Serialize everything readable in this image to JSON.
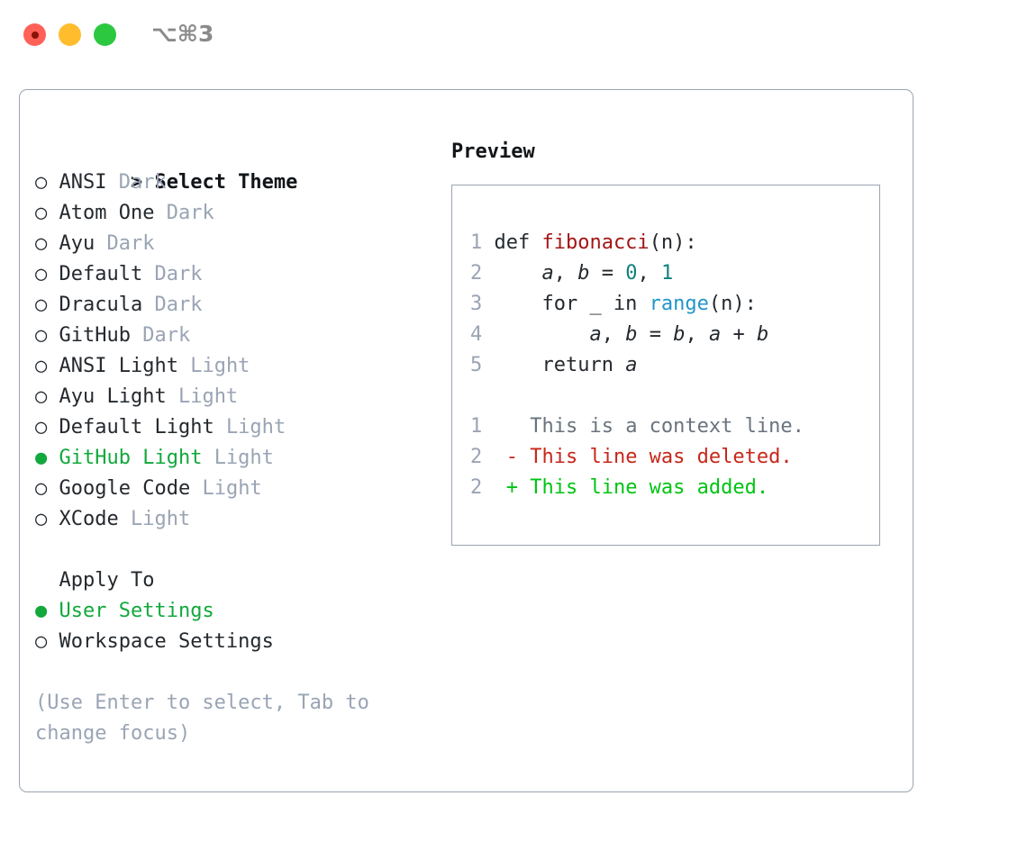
{
  "window": {
    "shortcut_badge": "⌥⌘3",
    "traffic_lights": [
      "close",
      "minimize",
      "zoom"
    ]
  },
  "theme_picker": {
    "header_prefix": "> ",
    "header_label": "Select Theme",
    "marker_unselected": "○ ",
    "marker_selected": "● ",
    "items": [
      {
        "name": "ANSI",
        "variant": "Dark",
        "selected": false
      },
      {
        "name": "Atom One",
        "variant": "Dark",
        "selected": false
      },
      {
        "name": "Ayu",
        "variant": "Dark",
        "selected": false
      },
      {
        "name": "Default",
        "variant": "Dark",
        "selected": false
      },
      {
        "name": "Dracula",
        "variant": "Dark",
        "selected": false
      },
      {
        "name": "GitHub",
        "variant": "Dark",
        "selected": false
      },
      {
        "name": "ANSI Light",
        "variant": "Light",
        "selected": false
      },
      {
        "name": "Ayu Light",
        "variant": "Light",
        "selected": false
      },
      {
        "name": "Default Light",
        "variant": "Light",
        "selected": false
      },
      {
        "name": "GitHub Light",
        "variant": "Light",
        "selected": true
      },
      {
        "name": "Google Code",
        "variant": "Light",
        "selected": false
      },
      {
        "name": "XCode",
        "variant": "Light",
        "selected": false
      }
    ]
  },
  "apply_to": {
    "label": "  Apply To",
    "options": [
      {
        "name": "User Settings",
        "selected": true
      },
      {
        "name": "Workspace Settings",
        "selected": false
      }
    ]
  },
  "hint": "(Use Enter to select, Tab to change focus)",
  "preview": {
    "title": "Preview",
    "code_lines": [
      {
        "lineno": "1",
        "tokens": [
          {
            "t": "def ",
            "c": "kw"
          },
          {
            "t": "fibonacci",
            "c": "fn-def"
          },
          {
            "t": "(n):",
            "c": "plain"
          }
        ]
      },
      {
        "lineno": "2",
        "tokens": [
          {
            "t": "    ",
            "c": "plain"
          },
          {
            "t": "a",
            "c": "var"
          },
          {
            "t": ", ",
            "c": "plain"
          },
          {
            "t": "b",
            "c": "var"
          },
          {
            "t": " = ",
            "c": "plain"
          },
          {
            "t": "0",
            "c": "num"
          },
          {
            "t": ", ",
            "c": "plain"
          },
          {
            "t": "1",
            "c": "num"
          }
        ]
      },
      {
        "lineno": "3",
        "tokens": [
          {
            "t": "    for _ in ",
            "c": "plain"
          },
          {
            "t": "range",
            "c": "fn-call"
          },
          {
            "t": "(n):",
            "c": "plain"
          }
        ]
      },
      {
        "lineno": "4",
        "tokens": [
          {
            "t": "        ",
            "c": "plain"
          },
          {
            "t": "a",
            "c": "var"
          },
          {
            "t": ", ",
            "c": "plain"
          },
          {
            "t": "b",
            "c": "var"
          },
          {
            "t": " = ",
            "c": "plain"
          },
          {
            "t": "b",
            "c": "var"
          },
          {
            "t": ", ",
            "c": "plain"
          },
          {
            "t": "a",
            "c": "var"
          },
          {
            "t": " + ",
            "c": "plain"
          },
          {
            "t": "b",
            "c": "var"
          }
        ]
      },
      {
        "lineno": "5",
        "tokens": [
          {
            "t": "    return ",
            "c": "plain"
          },
          {
            "t": "a",
            "c": "var"
          }
        ]
      }
    ],
    "diff_lines": [
      {
        "lineno": "1",
        "sign": "  ",
        "text": "This is a context line.",
        "kind": "diff-ctx"
      },
      {
        "lineno": "2",
        "sign": "- ",
        "text": "This line was deleted.",
        "kind": "diff-del"
      },
      {
        "lineno": "2",
        "sign": "+ ",
        "text": "This line was added.",
        "kind": "diff-add"
      }
    ]
  },
  "colors": {
    "accent_green": "#12a83c",
    "muted_gray": "#9aa4b4",
    "border": "#9aa4b0",
    "syntax_function_def": "#a31515",
    "syntax_function_call": "#2196c9",
    "syntax_number": "#0f807d",
    "diff_deleted": "#c8261a",
    "diff_added": "#00c413",
    "traffic_red": "#ff6058",
    "traffic_yellow": "#ffbd2e",
    "traffic_green": "#2bc840"
  }
}
